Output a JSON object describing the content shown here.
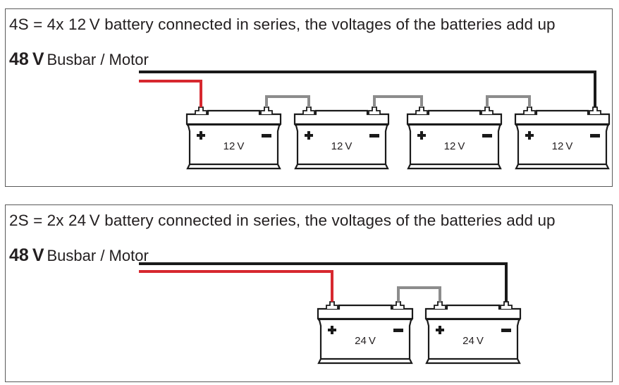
{
  "panels": [
    {
      "id": "4s",
      "caption": "4S = 4x 12 V battery connected in series, the voltages of the batteries add up",
      "busbar_voltage": "48 V",
      "busbar_label": "Busbar / Motor",
      "batteries": [
        {
          "label": "12 V",
          "plus": "+",
          "minus": "−"
        },
        {
          "label": "12 V",
          "plus": "+",
          "minus": "−"
        },
        {
          "label": "12 V",
          "plus": "+",
          "minus": "−"
        },
        {
          "label": "12 V",
          "plus": "+",
          "minus": "−"
        }
      ]
    },
    {
      "id": "2s",
      "caption": "2S = 2x 24 V battery connected in series, the voltages of the batteries add up",
      "busbar_voltage": "48 V",
      "busbar_label": "Busbar / Motor",
      "batteries": [
        {
          "label": "24 V",
          "plus": "+",
          "minus": "−"
        },
        {
          "label": "24 V",
          "plus": "+",
          "minus": "−"
        }
      ]
    }
  ],
  "colors": {
    "positive_wire": "#d7282f",
    "negative_wire": "#1a1a1a",
    "link_wire": "#8c8c8c",
    "outline": "#1a1a1a"
  }
}
